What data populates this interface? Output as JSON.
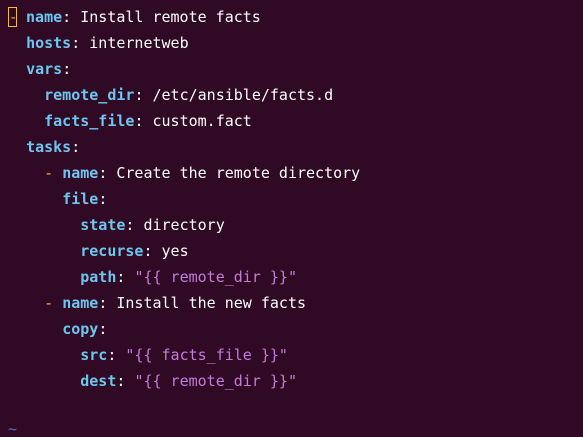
{
  "editor": {
    "lines": [
      {
        "indent": "",
        "cursor": "-",
        "dash": "",
        "key": "name",
        "sep": ": ",
        "value": "Install remote facts",
        "value_type": "plain"
      },
      {
        "indent": "  ",
        "cursor": "",
        "dash": "",
        "key": "hosts",
        "sep": ": ",
        "value": "internetweb",
        "value_type": "plain"
      },
      {
        "indent": "  ",
        "cursor": "",
        "dash": "",
        "key": "vars",
        "sep": ":",
        "value": "",
        "value_type": "plain"
      },
      {
        "indent": "    ",
        "cursor": "",
        "dash": "",
        "key": "remote_dir",
        "sep": ": ",
        "value": "/etc/ansible/facts.d",
        "value_type": "plain"
      },
      {
        "indent": "    ",
        "cursor": "",
        "dash": "",
        "key": "facts_file",
        "sep": ": ",
        "value": "custom.fact",
        "value_type": "plain"
      },
      {
        "indent": "  ",
        "cursor": "",
        "dash": "",
        "key": "tasks",
        "sep": ":",
        "value": "",
        "value_type": "plain"
      },
      {
        "indent": "    ",
        "cursor": "",
        "dash": "- ",
        "key": "name",
        "sep": ": ",
        "value": "Create the remote directory",
        "value_type": "plain"
      },
      {
        "indent": "      ",
        "cursor": "",
        "dash": "",
        "key": "file",
        "sep": ":",
        "value": "",
        "value_type": "plain"
      },
      {
        "indent": "        ",
        "cursor": "",
        "dash": "",
        "key": "state",
        "sep": ": ",
        "value": "directory",
        "value_type": "plain"
      },
      {
        "indent": "        ",
        "cursor": "",
        "dash": "",
        "key": "recurse",
        "sep": ": ",
        "value": "yes",
        "value_type": "plain"
      },
      {
        "indent": "        ",
        "cursor": "",
        "dash": "",
        "key": "path",
        "sep": ": ",
        "value": "\"{{ remote_dir }}\"",
        "value_type": "string"
      },
      {
        "indent": "    ",
        "cursor": "",
        "dash": "- ",
        "key": "name",
        "sep": ": ",
        "value": "Install the new facts",
        "value_type": "plain"
      },
      {
        "indent": "      ",
        "cursor": "",
        "dash": "",
        "key": "copy",
        "sep": ":",
        "value": "",
        "value_type": "plain"
      },
      {
        "indent": "        ",
        "cursor": "",
        "dash": "",
        "key": "src",
        "sep": ": ",
        "value": "\"{{ facts_file }}\"",
        "value_type": "string"
      },
      {
        "indent": "        ",
        "cursor": "",
        "dash": "",
        "key": "dest",
        "sep": ": ",
        "value": "\"{{ remote_dir }}\"",
        "value_type": "string"
      }
    ],
    "empty_line_marker": "~"
  }
}
